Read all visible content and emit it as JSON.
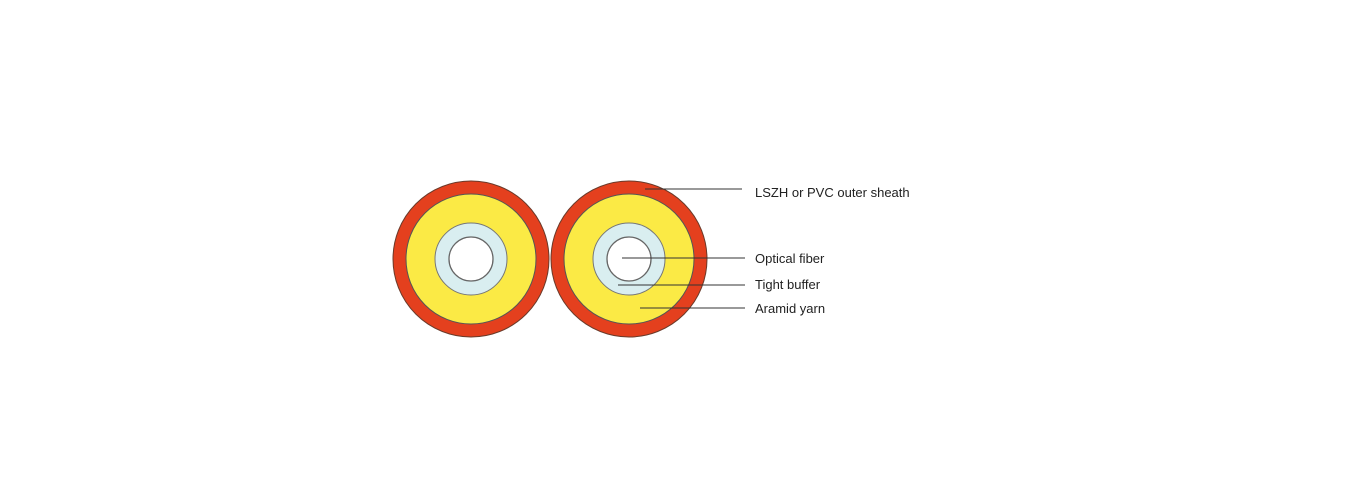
{
  "labels": {
    "sheath": "LSZH or PVC outer sheath",
    "fiber": "Optical fiber",
    "buffer": "Tight buffer",
    "yarn": "Aramid yarn"
  },
  "colors": {
    "sheath": "#e4401e",
    "yarn": "#fbea45",
    "buffer": "#d9eef0",
    "fiber": "#ffffff",
    "outline": "#555555"
  }
}
